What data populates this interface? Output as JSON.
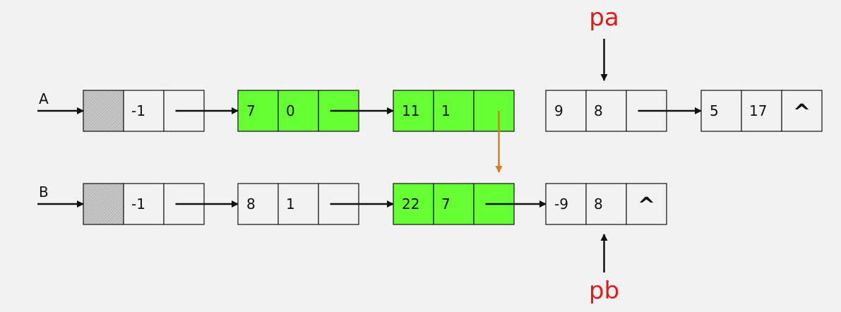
{
  "colors": {
    "background": "#f2f2f2",
    "highlight_fill": "#66ff33",
    "normal_fill": "#f2f2f2",
    "head_fill": "#c8c8c8",
    "pointer_text": "#e41a1a",
    "link_arrow": "#111111",
    "merge_arrow": "#e07a1f"
  },
  "lists": [
    {
      "id": "A",
      "label": "A",
      "nodes": [
        {
          "kind": "head",
          "coef": "",
          "exp": "-1",
          "highlight": false,
          "next": "arrow"
        },
        {
          "kind": "node",
          "coef": "7",
          "exp": "0",
          "highlight": true,
          "next": "arrow"
        },
        {
          "kind": "node",
          "coef": "11",
          "exp": "1",
          "highlight": true,
          "next": "down"
        },
        {
          "kind": "node",
          "coef": "9",
          "exp": "8",
          "highlight": false,
          "next": "arrow"
        },
        {
          "kind": "node",
          "coef": "5",
          "exp": "17",
          "highlight": false,
          "next": "^"
        }
      ]
    },
    {
      "id": "B",
      "label": "B",
      "nodes": [
        {
          "kind": "head",
          "coef": "",
          "exp": "-1",
          "highlight": false,
          "next": "arrow"
        },
        {
          "kind": "node",
          "coef": "8",
          "exp": "1",
          "highlight": false,
          "next": "arrow"
        },
        {
          "kind": "node",
          "coef": "22",
          "exp": "7",
          "highlight": true,
          "next": "arrow"
        },
        {
          "kind": "node",
          "coef": "-9",
          "exp": "8",
          "highlight": false,
          "next": "^"
        }
      ]
    }
  ],
  "pointers": [
    {
      "label": "pa",
      "list": "A",
      "node_index": 3,
      "side": "top"
    },
    {
      "label": "pb",
      "list": "B",
      "node_index": 3,
      "side": "bottom"
    }
  ],
  "merge_link": {
    "from_list": "A",
    "from_node": 2,
    "to_list": "B",
    "to_node": 2
  }
}
